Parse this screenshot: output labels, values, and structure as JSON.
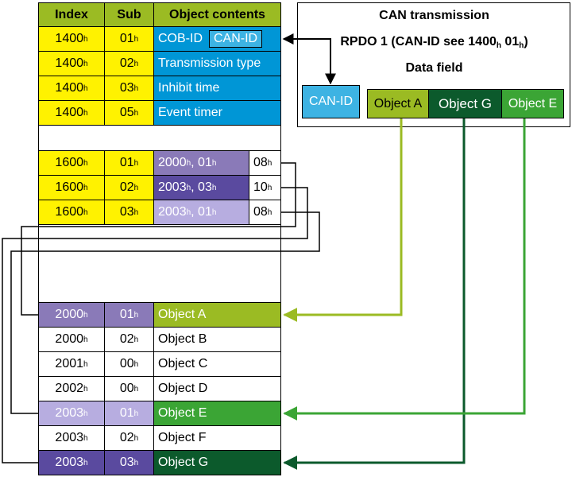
{
  "headers": {
    "index": "Index",
    "sub": "Sub",
    "contents": "Object contents"
  },
  "comm_params": [
    {
      "index": "1400",
      "sub": "01",
      "label": "COB-ID",
      "tag": "CAN-ID"
    },
    {
      "index": "1400",
      "sub": "02",
      "label": "Transmission type"
    },
    {
      "index": "1400",
      "sub": "03",
      "label": "Inhibit time"
    },
    {
      "index": "1400",
      "sub": "05",
      "label": "Event timer"
    }
  ],
  "mapping": [
    {
      "index": "1600",
      "sub": "01",
      "map_index": "2000",
      "map_sub": "01",
      "length": "08"
    },
    {
      "index": "1600",
      "sub": "02",
      "map_index": "2003",
      "map_sub": "03",
      "length": "10"
    },
    {
      "index": "1600",
      "sub": "03",
      "map_index": "2003",
      "map_sub": "01",
      "length": "08"
    }
  ],
  "objects": [
    {
      "index": "2000",
      "sub": "01",
      "label": "Object A"
    },
    {
      "index": "2000",
      "sub": "02",
      "label": "Object B"
    },
    {
      "index": "2001",
      "sub": "00",
      "label": "Object C"
    },
    {
      "index": "2002",
      "sub": "00",
      "label": "Object D"
    },
    {
      "index": "2003",
      "sub": "01",
      "label": "Object E"
    },
    {
      "index": "2003",
      "sub": "02",
      "label": "Object F"
    },
    {
      "index": "2003",
      "sub": "03",
      "label": "Object G"
    }
  ],
  "hex_suffix": "h",
  "can": {
    "title": "CAN transmission",
    "rpdo_prefix": "RPDO 1 (CAN-ID see 1400",
    "rpdo_middle": " 01",
    "rpdo_end": ")",
    "data_field": "Data field",
    "can_id": "CAN-ID",
    "field_a": "Object A",
    "field_g": "Object G",
    "field_e": "Object E"
  },
  "colors": {
    "header_green": "#9bbb23",
    "yellow": "#fff200",
    "blue": "#0096d6",
    "light_blue": "#3db3e3",
    "purple_1": "#8a7ab8",
    "purple_2": "#5a4a9f",
    "purple_3": "#b7ade0",
    "object_a_green": "#9bbb23",
    "object_e_green": "#3ba535",
    "object_g_green": "#0c5a2c"
  }
}
